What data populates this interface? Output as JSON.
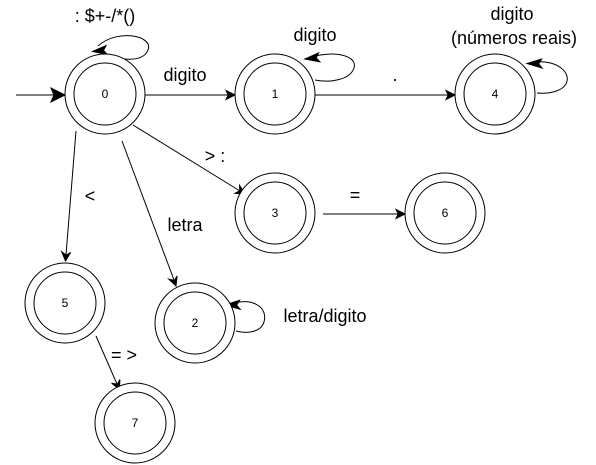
{
  "states": {
    "s0": "0",
    "s1": "1",
    "s2": "2",
    "s3": "3",
    "s4": "4",
    "s5": "5",
    "s6": "6",
    "s7": "7"
  },
  "labels": {
    "loop0": ": $+-/*()",
    "e0to1": "digito",
    "loop1": "digito",
    "e1to4": ".",
    "loop4_line1": "digito",
    "loop4_line2": "(números reais)",
    "e0to3": "> :",
    "e3to6": "=",
    "e0to5": "<",
    "e0to2": "letra",
    "loop2": "letra/digito",
    "e5to7": "= >"
  }
}
